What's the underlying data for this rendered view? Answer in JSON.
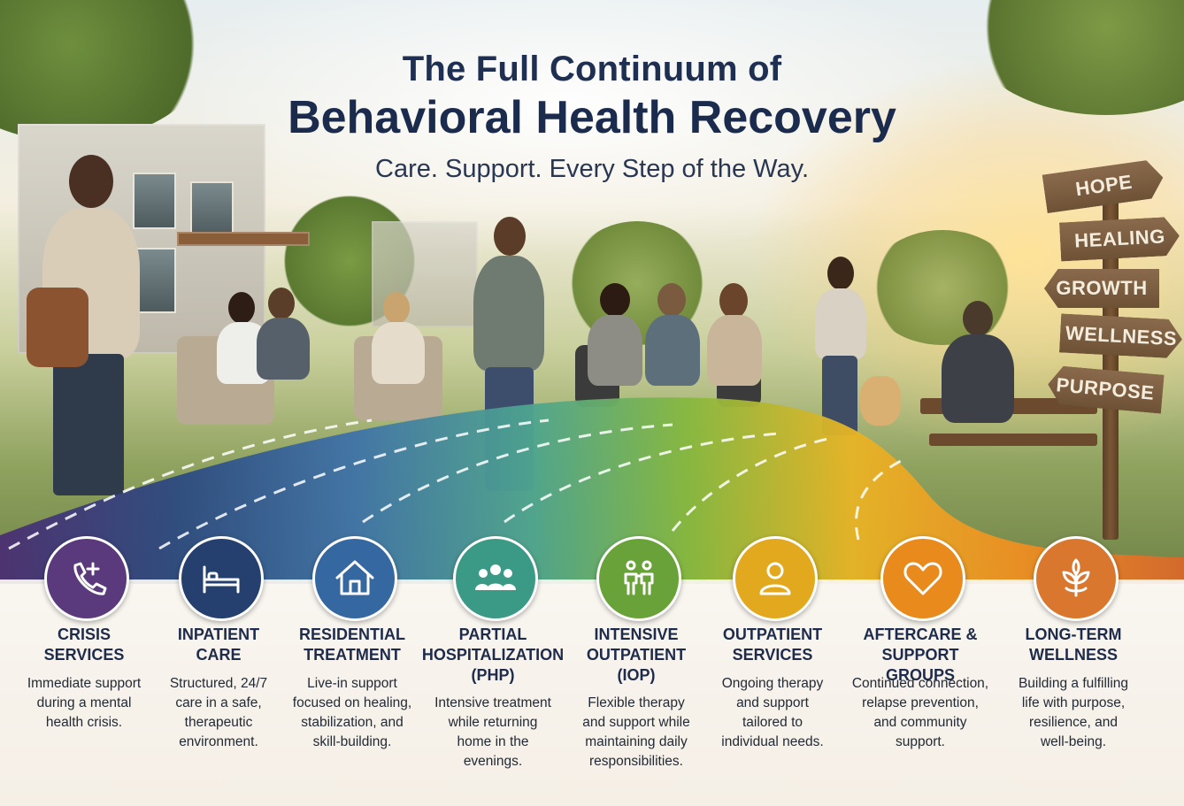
{
  "header": {
    "title_line1": "The Full Continuum of",
    "title_line2": "Behavioral Health Recovery",
    "subtitle": "Care. Support. Every Step of the Way."
  },
  "signpost": {
    "signs": [
      "HOPE",
      "HEALING",
      "GROWTH",
      "WELLNESS",
      "PURPOSE"
    ]
  },
  "steps": [
    {
      "title": [
        "CRISIS",
        "SERVICES"
      ],
      "desc": [
        "Immediate support",
        "during a mental",
        "health crisis."
      ],
      "color": "#5a3a7c",
      "icon": "phone-plus-icon"
    },
    {
      "title": [
        "INPATIENT",
        "CARE"
      ],
      "desc": [
        "Structured, 24/7",
        "care in a safe,",
        "therapeutic",
        "environment."
      ],
      "color": "#25406e",
      "icon": "bed-icon"
    },
    {
      "title": [
        "RESIDENTIAL",
        "TREATMENT"
      ],
      "desc": [
        "Live-in support",
        "focused on healing,",
        "stabilization, and",
        "skill-building."
      ],
      "color": "#3568a0",
      "icon": "house-icon"
    },
    {
      "title": [
        "PARTIAL",
        "HOSPITALIZATION",
        "(PHP)"
      ],
      "desc": [
        "Intensive treatment",
        "while returning",
        "home in the",
        "evenings."
      ],
      "color": "#3a9a86",
      "icon": "group-icon"
    },
    {
      "title": [
        "INTENSIVE",
        "OUTPATIENT",
        "(IOP)"
      ],
      "desc": [
        "Flexible therapy",
        "and support while",
        "maintaining daily",
        "responsibilities."
      ],
      "color": "#6aa23a",
      "icon": "two-people-icon"
    },
    {
      "title": [
        "OUTPATIENT",
        "SERVICES"
      ],
      "desc": [
        "Ongoing therapy",
        "and support",
        "tailored to",
        "individual needs."
      ],
      "color": "#e3a91e",
      "icon": "person-icon"
    },
    {
      "title": [
        "AFTERCARE &",
        "SUPPORT GROUPS"
      ],
      "desc": [
        "Continued connection,",
        "relapse prevention,",
        "and community",
        "support."
      ],
      "color": "#e98a1d",
      "icon": "heart-icon"
    },
    {
      "title": [
        "LONG-TERM",
        "WELLNESS"
      ],
      "desc": [
        "Building a fulfilling",
        "life with purpose,",
        "resilience, and",
        "well-being."
      ],
      "color": "#d9772f",
      "icon": "sprout-icon"
    }
  ]
}
